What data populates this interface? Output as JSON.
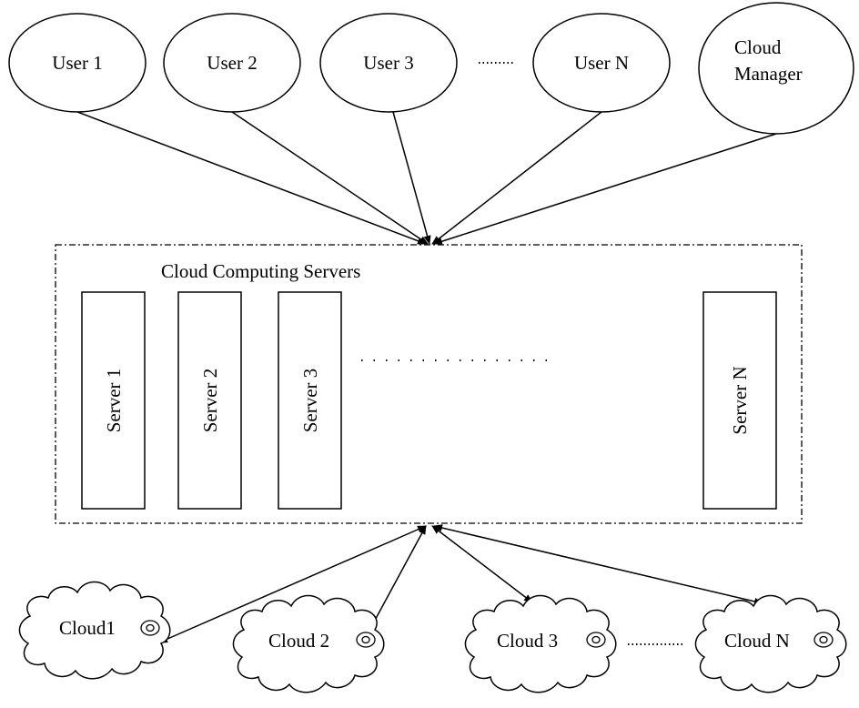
{
  "users": [
    {
      "label": "User 1"
    },
    {
      "label": "User 2"
    },
    {
      "label": "User 3"
    },
    {
      "label": "User N"
    }
  ],
  "cloud_manager": {
    "line1": "Cloud",
    "line2": "Manager"
  },
  "server_group": {
    "title": "Cloud Computing Servers"
  },
  "servers": [
    {
      "label": "Server 1"
    },
    {
      "label": "Server 2"
    },
    {
      "label": "Server 3"
    },
    {
      "label": "Server N"
    }
  ],
  "clouds": [
    {
      "label": "Cloud1"
    },
    {
      "label": "Cloud 2"
    },
    {
      "label": "Cloud 3"
    },
    {
      "label": "Cloud N"
    }
  ],
  "colors": {
    "stroke": "#000000",
    "fill": "#ffffff",
    "background": "#ffffff"
  }
}
